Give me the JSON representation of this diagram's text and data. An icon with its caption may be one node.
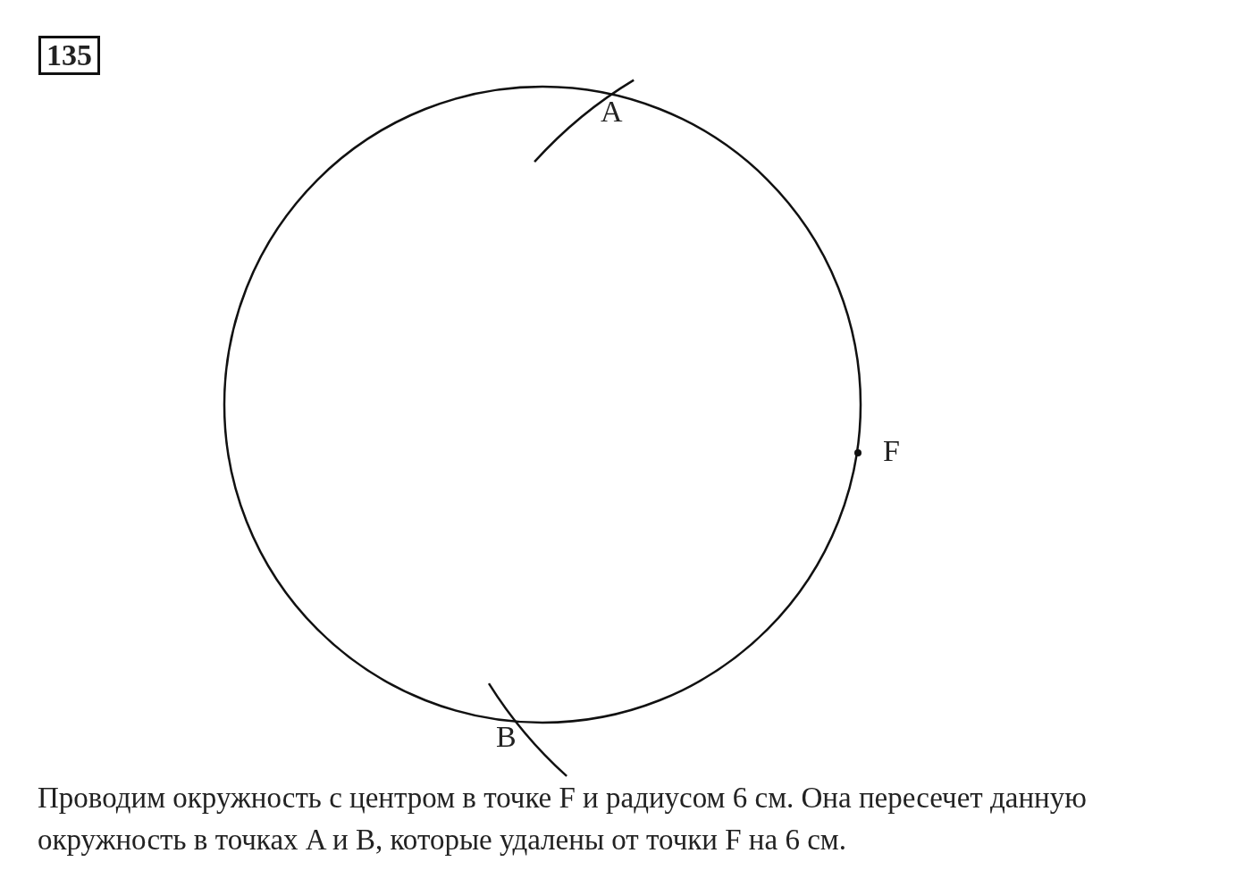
{
  "diagram": {
    "caption": "Проводим окружность с центром в точке F и радиусом 6 см. Она пересечет данную окружность в точках A и B, которые удалены от точки F на 6 см.",
    "labels": [
      "135",
      "A",
      "F",
      "B"
    ]
  }
}
